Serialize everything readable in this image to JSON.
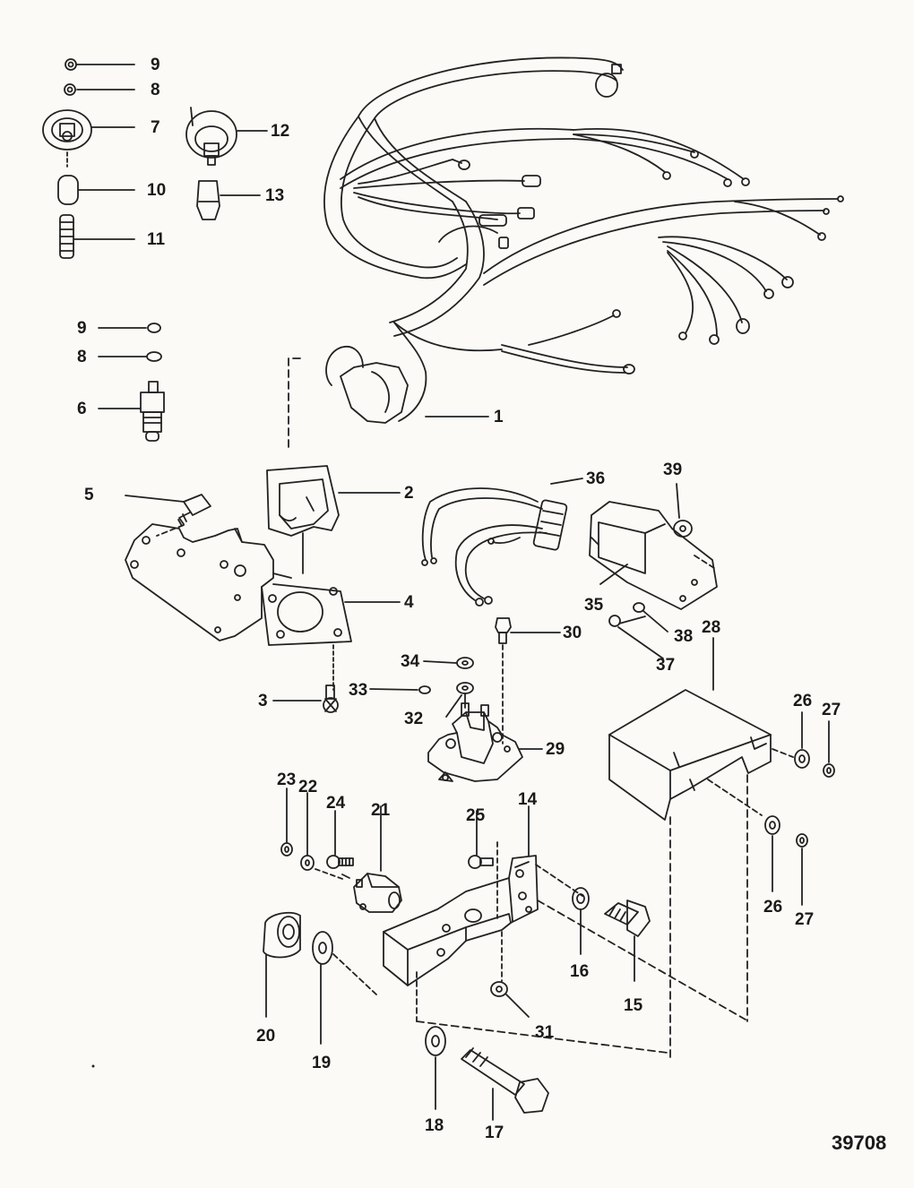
{
  "reference_number": "39708",
  "callouts": {
    "c1": "1",
    "c2": "2",
    "c3": "3",
    "c4": "4",
    "c5": "5",
    "c6": "6",
    "c7": "7",
    "c8a": "8",
    "c8b": "8",
    "c9a": "9",
    "c9b": "9",
    "c10": "10",
    "c11": "11",
    "c12": "12",
    "c13": "13",
    "c14": "14",
    "c15": "15",
    "c16": "16",
    "c17": "17",
    "c18": "18",
    "c19": "19",
    "c20": "20",
    "c21": "21",
    "c22": "22",
    "c23": "23",
    "c24": "24",
    "c25": "25",
    "c26a": "26",
    "c26b": "26",
    "c27a": "27",
    "c27b": "27",
    "c28": "28",
    "c29": "29",
    "c30": "30",
    "c31": "31",
    "c32": "32",
    "c33": "33",
    "c34": "34",
    "c35": "35",
    "c36": "36",
    "c37": "37",
    "c38": "38",
    "c39": "39"
  }
}
